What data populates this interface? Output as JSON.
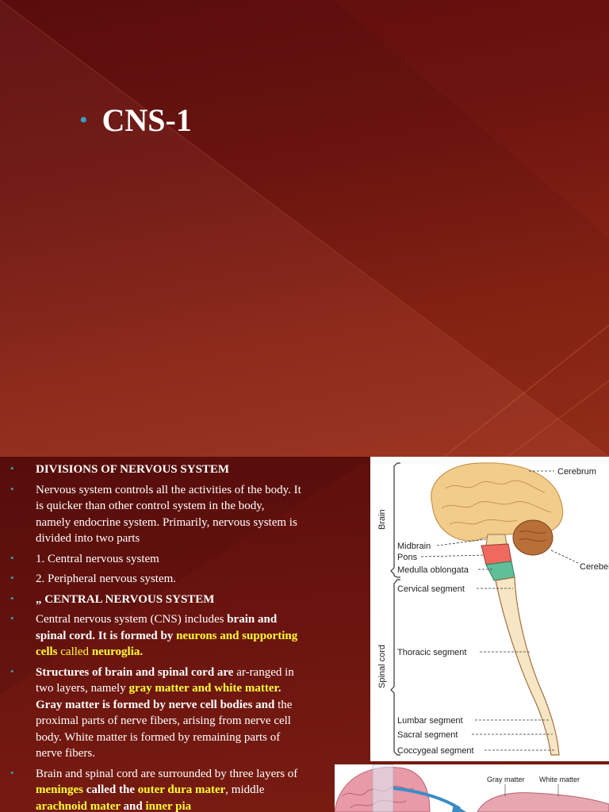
{
  "slide1": {
    "bullet": "•",
    "title": "CNS-1"
  },
  "slide2": {
    "bullet": "•",
    "items": [
      {
        "parts": [
          {
            "t": "DIVISIONS OF NERVOUS SYSTEM",
            "s": "b"
          }
        ]
      },
      {
        "parts": [
          {
            "t": "Nervous system controls all the activities of the body. It is quicker than other control system in the body, namely endocrine system. Primarily, nervous system is divided into two parts",
            "s": "n"
          }
        ]
      },
      {
        "parts": [
          {
            "t": "1. Central nervous system",
            "s": "n"
          }
        ]
      },
      {
        "parts": [
          {
            "t": "2. Peripheral nervous system.",
            "s": "n"
          }
        ]
      },
      {
        "parts": [
          {
            "t": "„ CENTRAL NERVOUS SYSTEM",
            "s": "b"
          }
        ]
      },
      {
        "parts": [
          {
            "t": "Central nervous system (CNS) includes ",
            "s": "n"
          },
          {
            "t": "brain and spinal cord. It is formed by ",
            "s": "b"
          },
          {
            "t": "neurons and supporting cells",
            "s": "y"
          },
          {
            "t": " called ",
            "s": "yn"
          },
          {
            "t": "neuroglia.",
            "s": "y"
          }
        ]
      },
      {
        "parts": [
          {
            "t": "Structures of brain and spinal cord are ",
            "s": "b"
          },
          {
            "t": "ar-ranged in two layers, namely ",
            "s": "n"
          },
          {
            "t": "gray matter and white matter",
            "s": "y"
          },
          {
            "t": ". Gray matter is formed by nerve cell bodies and ",
            "s": "b"
          },
          {
            "t": "the proximal parts of nerve fibers, arising from nerve cell body. White matter is formed by remaining parts of nerve fibers.",
            "s": "n"
          }
        ]
      },
      {
        "parts": [
          {
            "t": " Brain and spinal cord are surrounded by three layers of ",
            "s": "n"
          },
          {
            "t": "meninges",
            "s": "y"
          },
          {
            "t": " called the ",
            "s": "b"
          },
          {
            "t": "outer dura mater",
            "s": "y"
          },
          {
            "t": ", middle ",
            "s": "n"
          },
          {
            "t": "arachnoid mater",
            "s": "y"
          },
          {
            "t": " and ",
            "s": "b"
          },
          {
            "t": "inner pia",
            "s": "y"
          }
        ]
      }
    ],
    "figure1": {
      "labels": {
        "cerebrum": "Cerebrum",
        "brain": "Brain",
        "midbrain": "Midbrain",
        "pons": "Pons",
        "medulla": "Medulla oblongata",
        "cerebellum": "Cerebellum",
        "cervical": "Cervical segment",
        "spinal_cord": "Spinal cord",
        "thoracic": "Thoracic segment",
        "lumbar": "Lumbar segment",
        "sacral": "Sacral segment",
        "coccygeal": "Coccygeal segment"
      }
    },
    "figure2": {
      "labels": {
        "gray_matter": "Gray matter",
        "white_matter": "White matter"
      }
    }
  }
}
